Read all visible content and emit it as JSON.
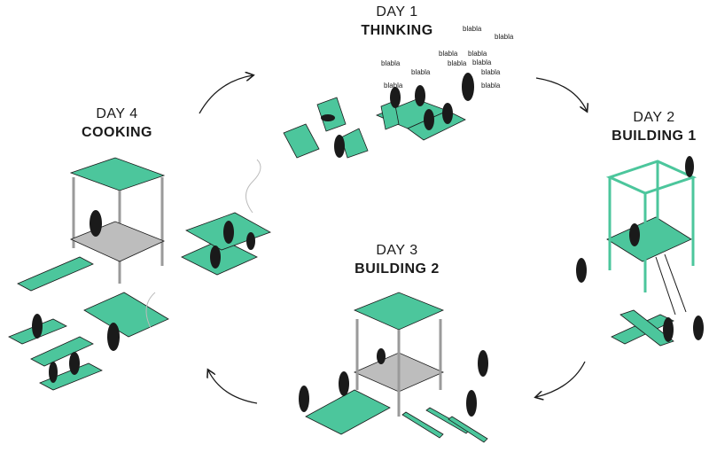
{
  "stages": [
    {
      "day": "DAY 1",
      "title": "THINKING"
    },
    {
      "day": "DAY 2",
      "title": "BUILDING 1"
    },
    {
      "day": "DAY 3",
      "title": "BUILDING 2"
    },
    {
      "day": "DAY 4",
      "title": "COOKING"
    }
  ],
  "speech": [
    "blabla",
    "blabla",
    "blabla",
    "blabla",
    "blabla",
    "blabla",
    "blabla",
    "blabla",
    "blabla",
    "blabla",
    "blabla"
  ],
  "colors": {
    "accent": "#4cc69c",
    "ink": "#1a1a1a",
    "frame": "#b8b8b8"
  }
}
